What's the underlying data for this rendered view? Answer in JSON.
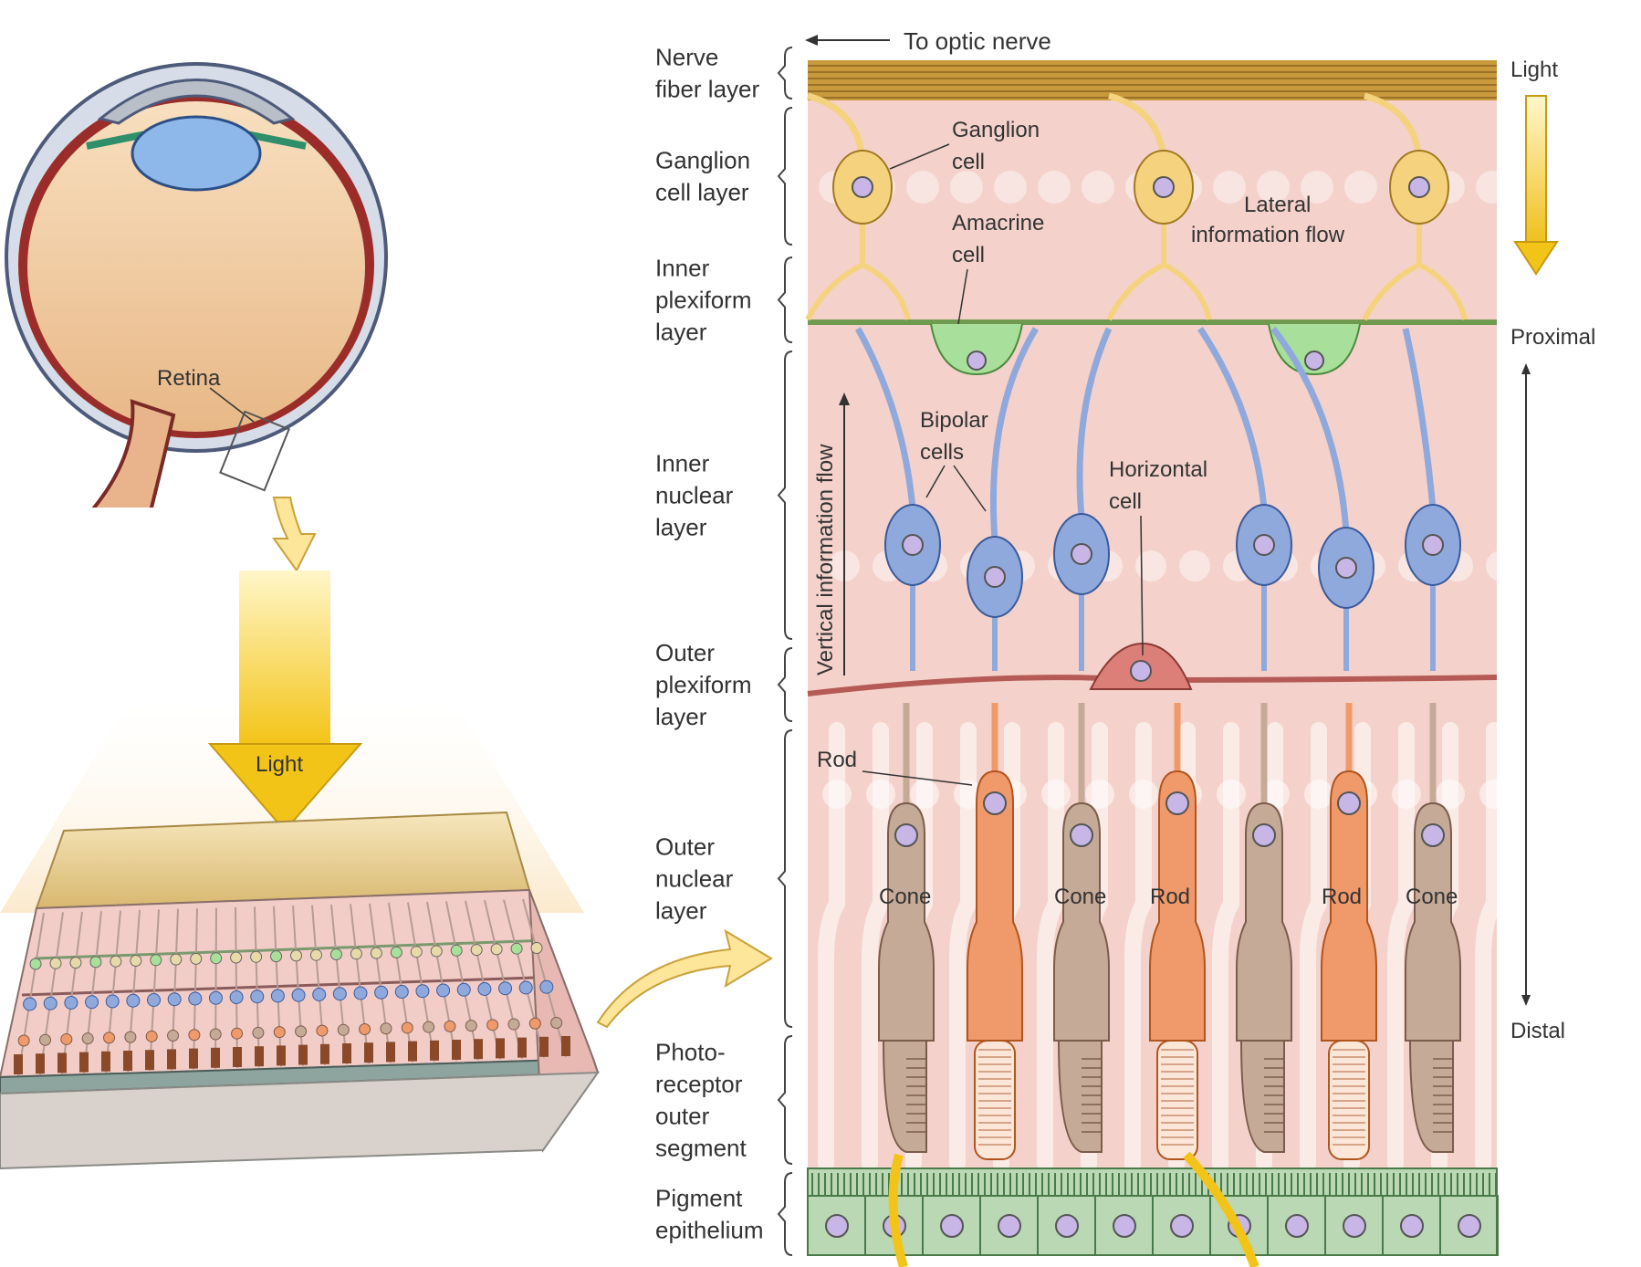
{
  "labels": {
    "retina": "Retina",
    "light_beam": "Light",
    "to_optic_nerve": "To optic nerve",
    "light_right": "Light",
    "proximal": "Proximal",
    "distal": "Distal",
    "vertical_flow": "Vertical information flow",
    "lateral_flow": [
      "Lateral",
      "information flow"
    ]
  },
  "layers": [
    {
      "key": "nerve_fiber",
      "lines": [
        "Nerve",
        "fiber layer"
      ]
    },
    {
      "key": "ganglion_cell",
      "lines": [
        "Ganglion",
        "cell layer"
      ]
    },
    {
      "key": "inner_plexiform",
      "lines": [
        "Inner",
        "plexiform",
        "layer"
      ]
    },
    {
      "key": "inner_nuclear",
      "lines": [
        "Inner",
        "nuclear",
        "layer"
      ]
    },
    {
      "key": "outer_plexiform",
      "lines": [
        "Outer",
        "plexiform",
        "layer"
      ]
    },
    {
      "key": "outer_nuclear",
      "lines": [
        "Outer",
        "nuclear",
        "layer"
      ]
    },
    {
      "key": "photoreceptor_outer_segment",
      "lines": [
        "Photo-",
        "receptor",
        "outer",
        "segment"
      ]
    },
    {
      "key": "pigment_epithelium",
      "lines": [
        "Pigment",
        "epithelium"
      ]
    }
  ],
  "cell_labels": {
    "ganglion": [
      "Ganglion",
      "cell"
    ],
    "amacrine": [
      "Amacrine",
      "cell"
    ],
    "bipolar": [
      "Bipolar",
      "cells"
    ],
    "horizontal": [
      "Horizontal",
      "cell"
    ],
    "rod": "Rod",
    "cone": "Cone"
  },
  "photoreceptors": [
    {
      "type": "Cone",
      "label": "Cone"
    },
    {
      "type": "Rod",
      "label": ""
    },
    {
      "type": "Cone",
      "label": "Cone"
    },
    {
      "type": "Rod",
      "label": "Rod"
    },
    {
      "type": "Cone",
      "label": ""
    },
    {
      "type": "Rod",
      "label": "Rod"
    },
    {
      "type": "Cone",
      "label": "Cone"
    }
  ],
  "colors": {
    "ganglion": "#f5d27e",
    "amacrine": "#a8df9a",
    "bipolar": "#8fa9dc",
    "horizontal": "#dc7f78",
    "rod": "#f0996a",
    "cone": "#c6aa98",
    "nerve_fiber": "#c89a3c",
    "retina_bg": "#f4d2cb",
    "epithelium": "#b9d8b3",
    "light": "#f7cd1e",
    "nucleus": "#c7b6e6"
  }
}
